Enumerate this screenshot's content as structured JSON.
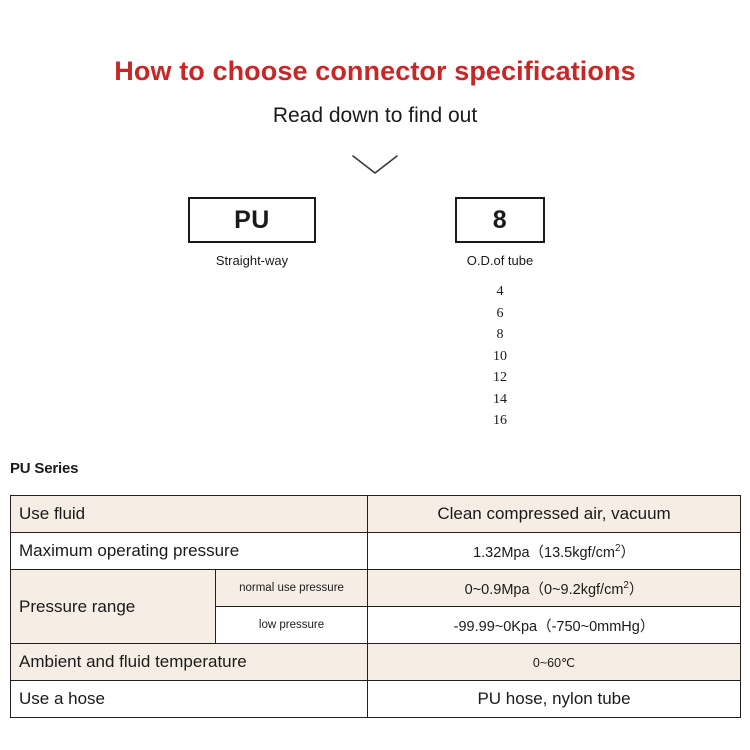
{
  "header": {
    "title": "How to choose connector specifications",
    "subtitle": "Read down to find out",
    "title_color": "#c62828",
    "chevron_icon": "chevron-down-icon"
  },
  "selector": {
    "series_box": {
      "code": "PU",
      "caption": "Straight-way"
    },
    "size_box": {
      "code": "8",
      "caption": "O.D.of tube",
      "options": [
        "4",
        "6",
        "8",
        "10",
        "12",
        "14",
        "16"
      ]
    }
  },
  "spec_section": {
    "heading": "PU Series",
    "row_highlight_color": "#f6eee4",
    "rows": [
      {
        "label": "Use fluid",
        "sublabel": null,
        "value": "Clean compressed air, vacuum",
        "highlight": true
      },
      {
        "label": "Maximum operating pressure",
        "sublabel": null,
        "value": "1.32Mpa（13.5kgf/cm²）",
        "highlight": false
      },
      {
        "label": "Pressure range",
        "sublabel": "normal use pressure",
        "value": "0~0.9Mpa（0~9.2kgf/cm²）",
        "highlight": true
      },
      {
        "label": "",
        "sublabel": "low pressure",
        "value": "-99.99~0Kpa（-750~0mmHg）",
        "highlight": false
      },
      {
        "label": "Ambient and fluid temperature",
        "sublabel": null,
        "value": "0~60℃",
        "highlight": true
      },
      {
        "label": "Use a hose",
        "sublabel": null,
        "value": "PU hose, nylon tube",
        "highlight": false
      }
    ]
  }
}
